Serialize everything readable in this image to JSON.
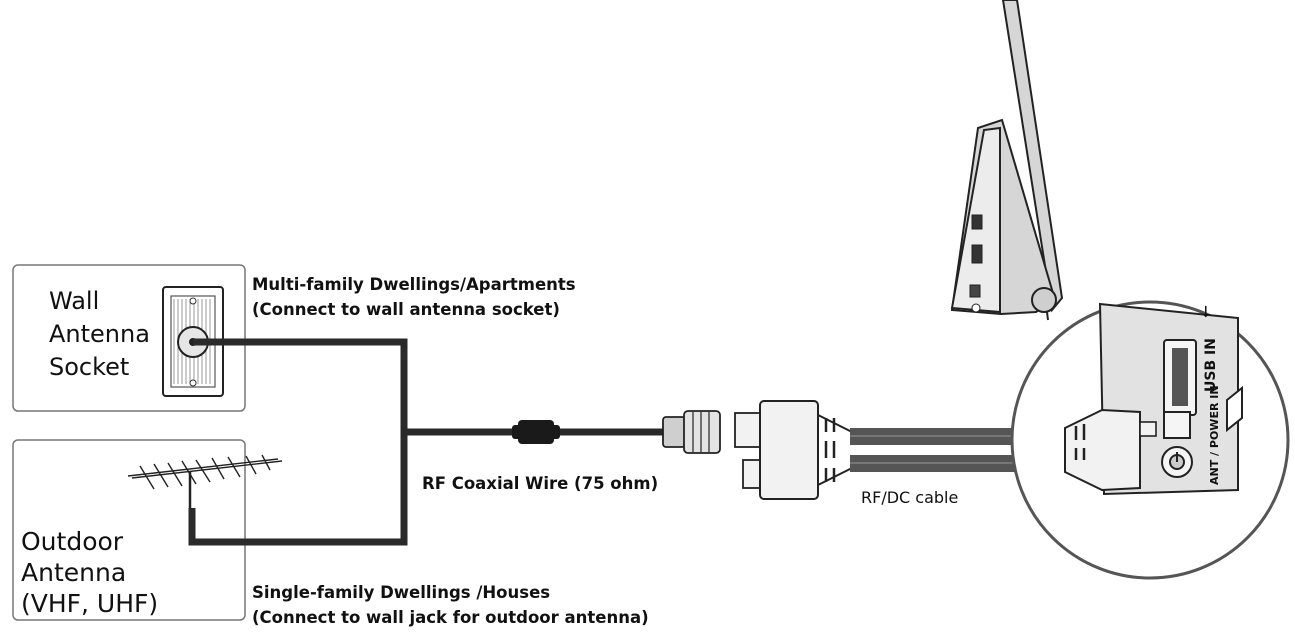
{
  "wall_socket": {
    "label_lines": [
      "Wall",
      "Antenna",
      "Socket"
    ]
  },
  "outdoor_antenna": {
    "label_lines": [
      "Outdoor",
      "Antenna",
      "(VHF, UHF)"
    ]
  },
  "apartments": {
    "line1": "Multi-family Dwellings/Apartments",
    "line2": "(Connect to wall antenna socket)"
  },
  "houses": {
    "line1": "Single-family Dwellings /Houses",
    "line2": "(Connect to wall jack for outdoor antenna)"
  },
  "coax_label": "RF Coaxial Wire (75 ohm)",
  "cable_label": "RF/DC cable",
  "tv_ports": {
    "usb": "USB IN",
    "ant_power": "ANT / POWER IN"
  },
  "colors": {
    "line": "#1a1a1a",
    "cable": "#555555",
    "box_border": "#777777"
  }
}
